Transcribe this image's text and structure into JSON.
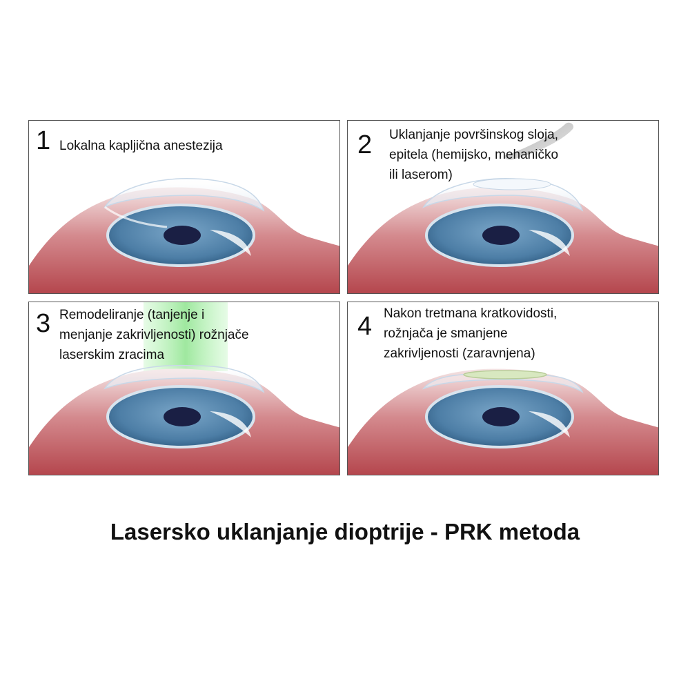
{
  "title": "Lasersko uklanjanje dioptrije - PRK metoda",
  "steps": [
    {
      "number": "1",
      "lines": [
        "Lokalna kapljična anestezija"
      ]
    },
    {
      "number": "2",
      "lines": [
        "Uklanjanje površinskog sloja,",
        "epitela (hemijsko, mehaničko",
        "ili laserom)"
      ]
    },
    {
      "number": "3",
      "lines": [
        "Remodeliranje (tanjenje i",
        "menjanje zakrivljenosti) rožnjače",
        "laserskim zracima"
      ]
    },
    {
      "number": "4",
      "lines": [
        "Nakon tretmana kratkovidosti,",
        "rožnjača je smanjene",
        "zakrivljenosti (zaravnjena)"
      ]
    }
  ],
  "colors": {
    "sclera": "#c0555b",
    "iris": "#4d7ea6",
    "pupil": "#1a1f44",
    "cornea": "#e8f0f8",
    "laser": "#8fe58f",
    "flattened": "#d8e8c0"
  }
}
